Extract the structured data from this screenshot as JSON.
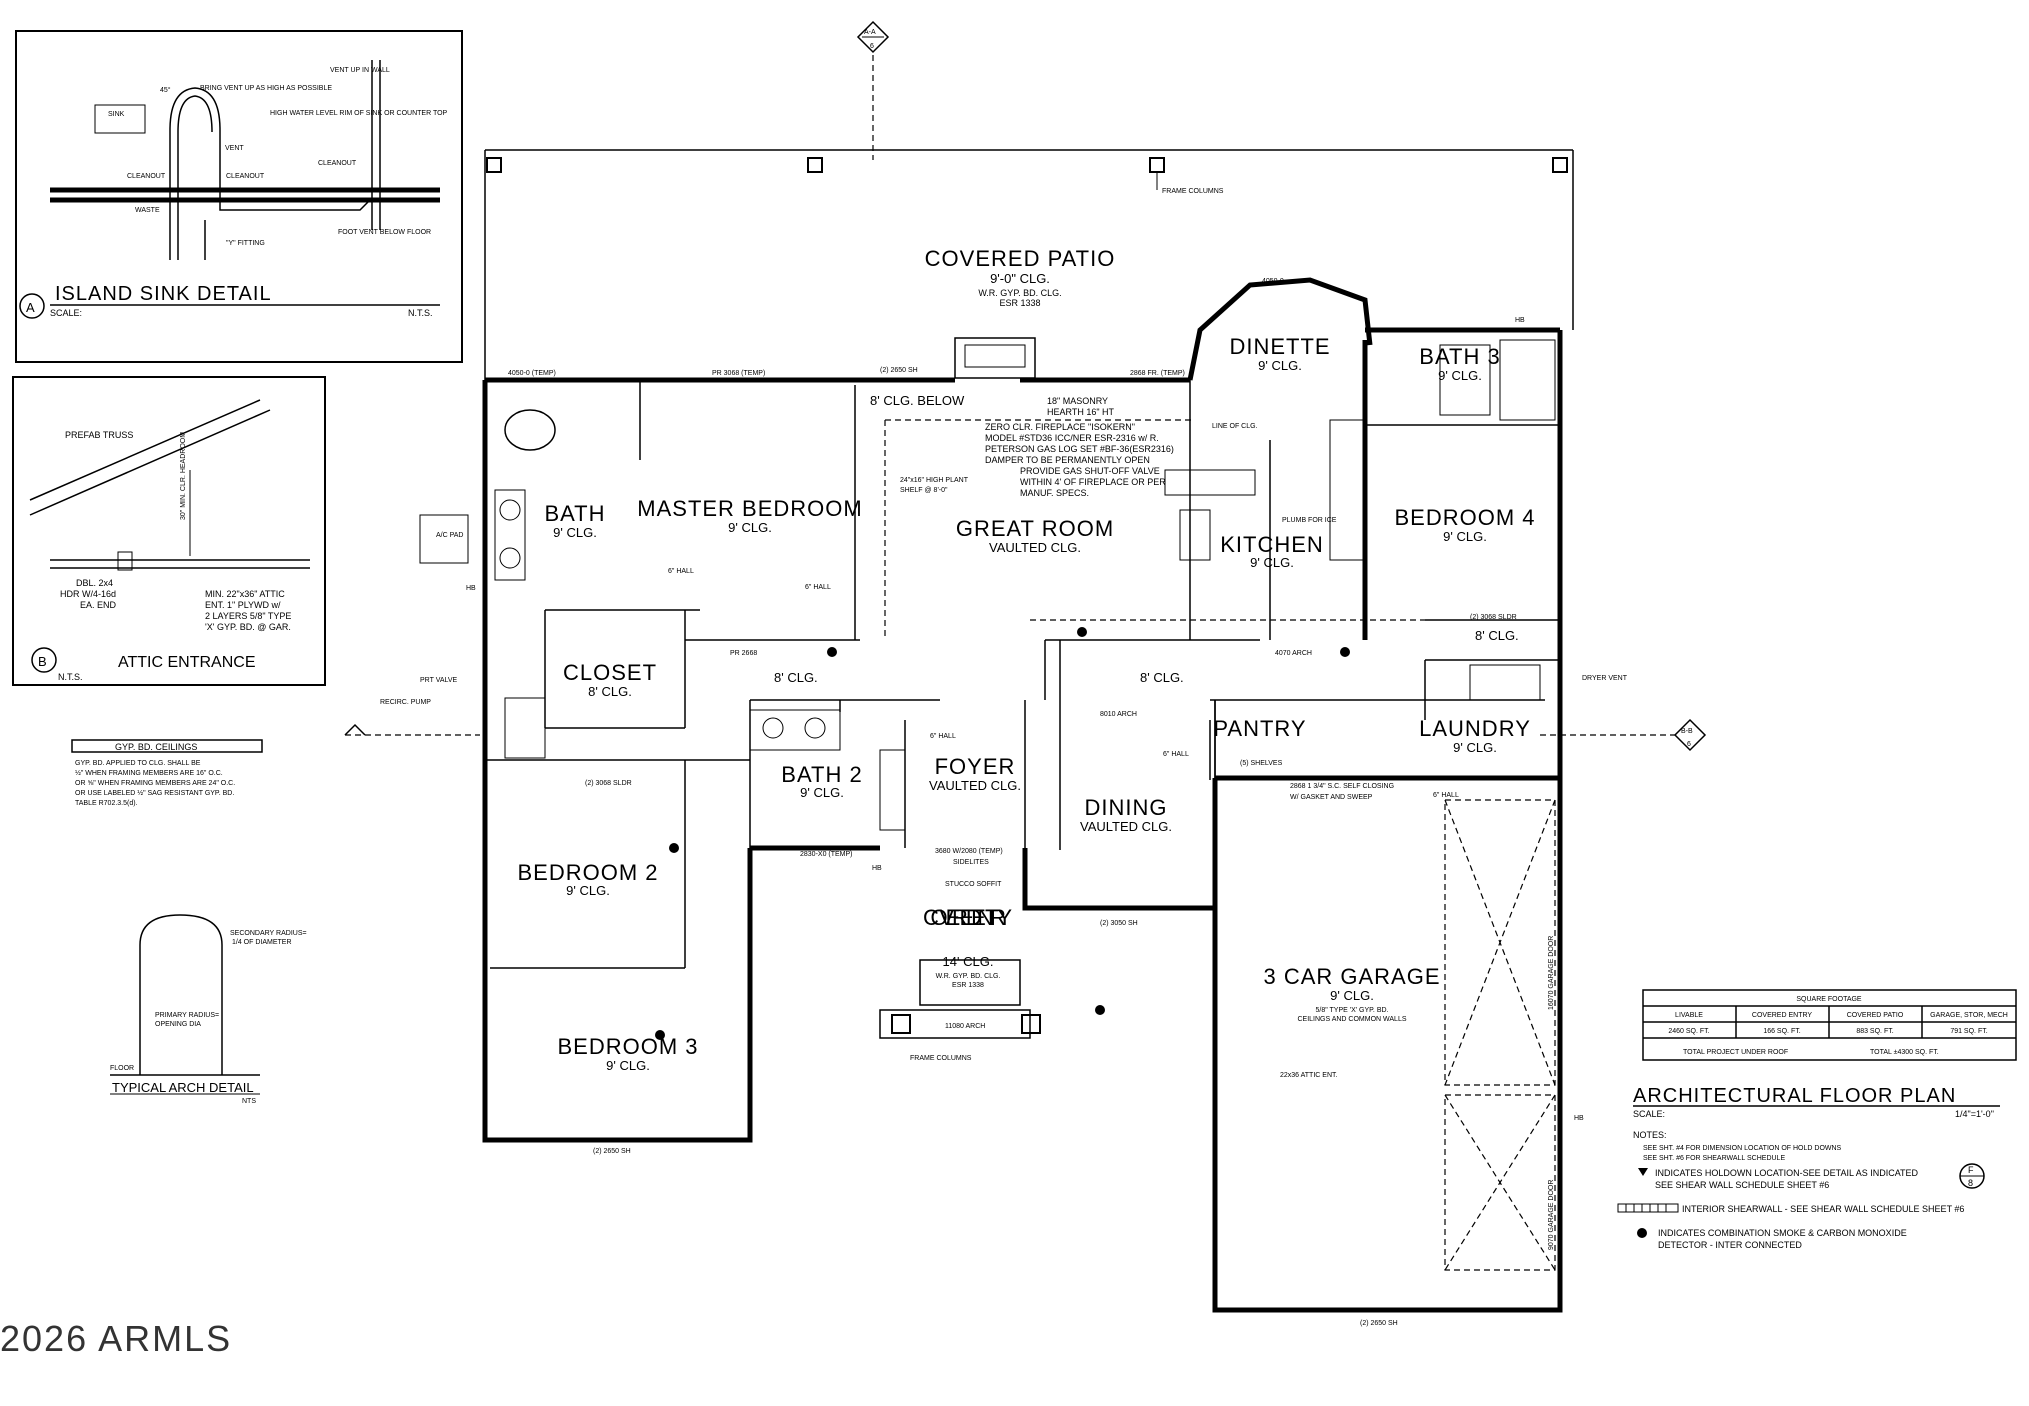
{
  "sink_detail": {
    "label": "A",
    "title": "ISLAND SINK DETAIL",
    "scale_label": "SCALE:",
    "scale_value": "N.T.S.",
    "notes": [
      "SINK",
      "BRING VENT UP AS HIGH AS POSSIBLE",
      "HIGH WATER LEVEL RIM OF SINK OR COUNTER TOP",
      "VENT",
      "CLEANOUT",
      "CLEANOUT",
      "WASTE",
      "\"Y\" FITTING",
      "VENT UP IN WALL",
      "CLEANOUT",
      "FOOT VENT BELOW FLOOR",
      "45°"
    ]
  },
  "attic_detail": {
    "label": "B",
    "title": "ATTIC ENTRANCE",
    "scale": "N.T.S.",
    "notes": [
      "PREFAB TRUSS",
      "30\" MIN. CLR. HEADROOM",
      "DBL. 2x4",
      "HDR W/4-16d",
      "EA. END",
      "MIN. 22\"x36\" ATTIC",
      "ENT. 1\" PLYWD w/",
      "2 LAYERS 5/8\" TYPE",
      "'X' GYP. BD. @ GAR."
    ]
  },
  "gyp_note": {
    "title": "GYP. BD. CEILINGS",
    "lines": [
      "GYP. BD. APPLIED TO CLG. SHALL BE",
      "½\" WHEN FRAMING MEMBERS ARE 16\" O.C.",
      "OR ⅝\" WHEN FRAMING MEMBERS ARE 24\" O.C.",
      "OR USE LABELED ½\" SAG RESISTANT GYP. BD.",
      "TABLE R702.3.5(d)."
    ]
  },
  "arch_detail": {
    "title": "TYPICAL ARCH DETAIL",
    "sub": "NTS",
    "notes": [
      "SECONDARY RADIUS=",
      "1/4 OF DIAMETER",
      "PRIMARY RADIUS=",
      "OPENING DIA",
      "FLOOR"
    ]
  },
  "sections": [
    {
      "top": "A-A",
      "bottom": "6"
    },
    {
      "top": "B-B",
      "bottom": "6"
    }
  ],
  "rooms": [
    {
      "name": "COVERED PATIO",
      "ceiling": "9'-0\" CLG.",
      "extra": [
        "W.R. GYP. BD. CLG.",
        "ESR 1338"
      ]
    },
    {
      "name": "DINETTE",
      "ceiling": "9' CLG."
    },
    {
      "name": "BATH 3",
      "ceiling": "9' CLG."
    },
    {
      "name": "MASTER BEDROOM",
      "ceiling": "9' CLG."
    },
    {
      "name": "BATH",
      "ceiling": "9' CLG."
    },
    {
      "name": "GREAT ROOM",
      "ceiling": "VAULTED CLG."
    },
    {
      "name": "KITCHEN",
      "ceiling": "9' CLG."
    },
    {
      "name": "BEDROOM 4",
      "ceiling": "9' CLG."
    },
    {
      "name": "CLOSET",
      "ceiling": "8' CLG."
    },
    {
      "name": "PANTRY",
      "ceiling": ""
    },
    {
      "name": "LAUNDRY",
      "ceiling": "9' CLG."
    },
    {
      "name": "BATH 2",
      "ceiling": "9' CLG."
    },
    {
      "name": "FOYER",
      "ceiling": "VAULTED CLG."
    },
    {
      "name": "DINING",
      "ceiling": "VAULTED CLG."
    },
    {
      "name": "BEDROOM 2",
      "ceiling": "9' CLG."
    },
    {
      "name": "COVERED ENTRY",
      "ceiling": "14' CLG.",
      "extra": [
        "W.R. GYP. BD. CLG.",
        "ESR 1338"
      ]
    },
    {
      "name": "3 CAR GARAGE",
      "ceiling": "9' CLG.",
      "extra": [
        "5/8\" TYPE 'X' GYP. BD.",
        "CEILINGS AND COMMON WALLS"
      ]
    },
    {
      "name": "BEDROOM 3",
      "ceiling": "9' CLG."
    }
  ],
  "fireplace_note": [
    "ZERO CLR. FIREPLACE \"ISOKERN\"",
    "MODEL #STD36 ICC/NER ESR-2316 w/ R.",
    "PETERSON GAS LOG SET #BF-36(ESR2316)",
    "DAMPER TO BE PERMANENTLY OPEN",
    "PROVIDE GAS SHUT-OFF VALVE",
    "WITHIN 4' OF FIREPLACE OR PER",
    "MANUF. SPECS."
  ],
  "plan_labels": {
    "frame_columns": "FRAME COLUMNS",
    "masonry_hearth": "18\" MASONRY",
    "hearth_ht": "HEARTH 16\" HT",
    "eight_clg_below": "8' CLG. BELOW",
    "plant_shelf": "24\"x16\" HIGH PLANT",
    "plant_shelf2": "SHELF @ 8'-0\"",
    "line_of_clg": "LINE OF CLG.",
    "plumb_ice": "PLUMB FOR ICE",
    "six_hall": "6\" HALL",
    "eight_clg": "8' CLG.",
    "dryer_vent": "DRYER VENT",
    "stucco_soffit": "STUCCO SOFFIT",
    "sidelites": "SIDELITES",
    "shelves": "(5) SHELVES",
    "self_closing": "2868 1 3/4\" S.C. SELF CLOSING",
    "gasket": "W/ GASKET AND SWEEP",
    "attic_ent": "22x36 ATTIC ENT.",
    "garage_door_1": "16070 GARAGE DOOR",
    "garage_door_2": "9070 GARAGE DOOR",
    "ac_pad": "A/C PAD",
    "pr_valve": "PRT VALVE",
    "recirc_pump": "RECIRC. PUMP",
    "win_4050": "4050-0 (TEMP)",
    "win_3068": "PR 3068 (TEMP)",
    "win_2650_patio": "(2) 2650 SH",
    "win_2868_fr": "2868 FR. (TEMP)",
    "win_4050_dinette": "4050-0",
    "arch_4070": "4070 ARCH",
    "arch_8010": "8010 ARCH",
    "arch_11080": "11080 ARCH",
    "door_3068_sldr": "(2) 3068 SLDR",
    "door_3680": "3680 W/2080 (TEMP)",
    "win_2830": "2830-X0 (TEMP)",
    "win_3050_dining": "(2) 3050 SH",
    "win_2650_bed3": "(2) 2650 SH",
    "win_2650_garage": "(2) 2650 SH",
    "pr_2668": "PR 2668",
    "hb": "HB"
  },
  "sqft_table": {
    "title": "SQUARE FOOTAGE",
    "headers": [
      "LIVABLE",
      "COVERED ENTRY",
      "COVERED PATIO",
      "GARAGE, STOR, MECH"
    ],
    "values": [
      "2460 SQ. FT.",
      "166 SQ. FT.",
      "883 SQ. FT.",
      "791 SQ. FT."
    ],
    "total_label": "TOTAL PROJECT UNDER ROOF",
    "total_value": "TOTAL ±4300 SQ. FT."
  },
  "title_block": {
    "title": "ARCHITECTURAL FLOOR PLAN",
    "scale_label": "SCALE:",
    "scale_value": "1/4\"=1'-0\"",
    "notes_label": "NOTES:",
    "notes": [
      "SEE SHT. #4 FOR DIMENSION LOCATION OF HOLD DOWNS",
      "SEE SHT. #6 FOR SHEARWALL SCHEDULE"
    ],
    "legend": [
      {
        "symbol": "triangle",
        "text": "INDICATES HOLDOWN LOCATION-SEE DETAIL AS INDICATED",
        "text2": "SEE SHEAR WALL SCHEDULE SHEET #6"
      },
      {
        "symbol": "hatch",
        "text": "INTERIOR SHEARWALL - SEE SHEAR WALL SCHEDULE SHEET #6",
        "text2": ""
      },
      {
        "symbol": "hexagon",
        "text": "INDICATES COMBINATION SMOKE & CARBON MONOXIDE",
        "text2": "DETECTOR - INTER CONNECTED"
      }
    ],
    "callout": {
      "top": "F",
      "bottom": "8"
    }
  },
  "watermark": "2026 ARMLS"
}
